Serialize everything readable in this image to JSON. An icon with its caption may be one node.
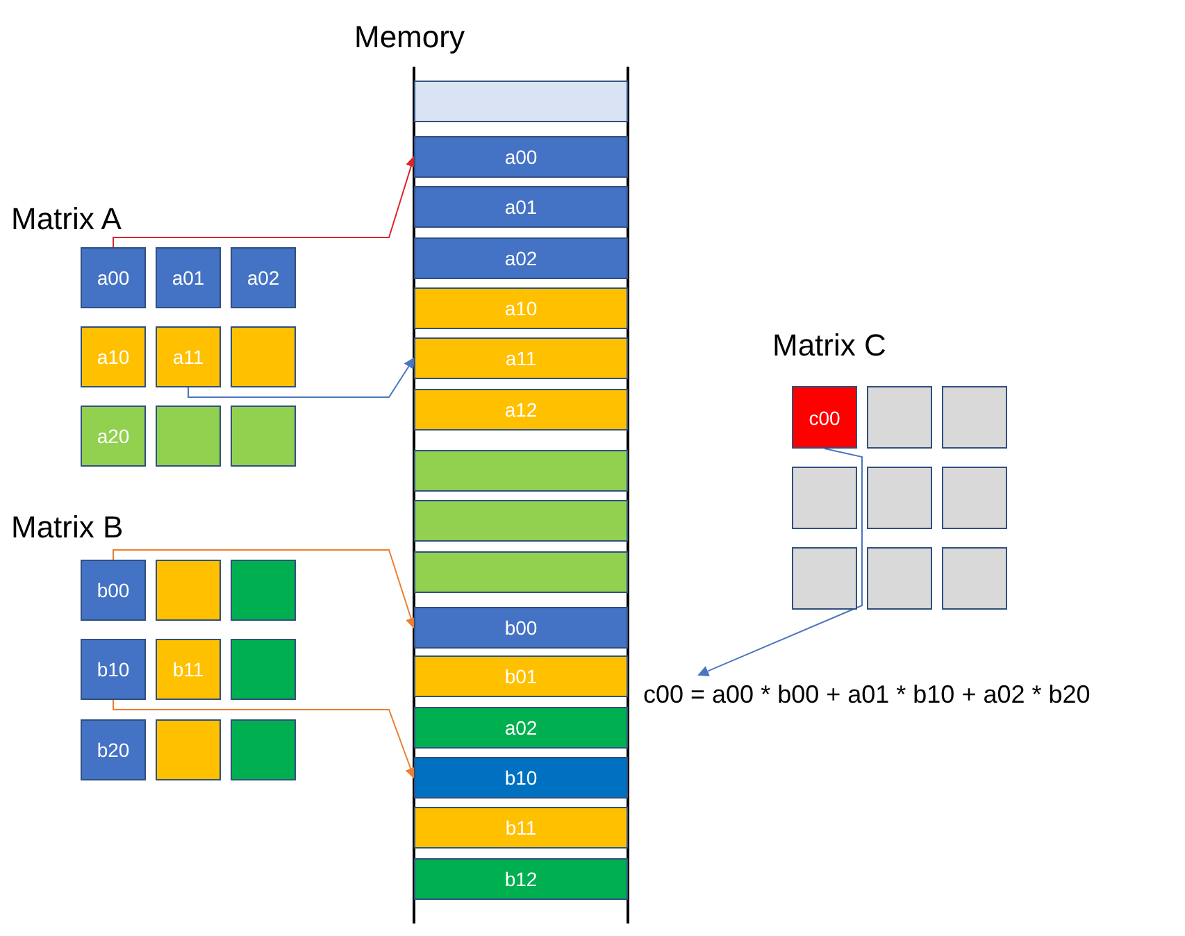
{
  "diagram": {
    "nodes": [
      {
        "text": [
          "a00"
        ]
      },
      {
        "text": [
          "a01"
        ]
      },
      {
        "text": [
          "a02"
        ]
      },
      {
        "text": [
          "a10"
        ]
      },
      {
        "text": [
          "a11"
        ]
      },
      {
        "text": [],
        "shape": "box"
      },
      {
        "text": [
          "a20"
        ]
      },
      {
        "text": [],
        "shape": "box"
      },
      {
        "text": [],
        "shape": "box"
      },
      {
        "text": [
          "b00"
        ]
      },
      {
        "text": [],
        "shape": "box"
      },
      {
        "text": [],
        "shape": "box"
      },
      {
        "text": [
          "b10"
        ]
      },
      {
        "text": [
          "b11"
        ]
      },
      {
        "text": [],
        "shape": "box"
      },
      {
        "text": [
          "b20"
        ]
      },
      {
        "text": [],
        "shape": "box"
      },
      {
        "text": [],
        "shape": "box"
      },
      {
        "text": [],
        "shape": "box"
      },
      {
        "text": [
          "a00"
        ]
      },
      {
        "text": [
          "a01"
        ]
      },
      {
        "text": [
          "a02"
        ]
      },
      {
        "text": [
          "a10"
        ]
      },
      {
        "text": [
          "a11"
        ]
      },
      {
        "text": [
          "a12"
        ]
      },
      {
        "text": [],
        "shape": "box"
      },
      {
        "text": [],
        "shape": "box"
      },
      {
        "text": [],
        "shape": "box"
      },
      {
        "text": [
          "b00"
        ]
      },
      {
        "text": [
          "b01"
        ]
      },
      {
        "text": [
          "a02"
        ]
      },
      {
        "text": [
          "b10"
        ]
      },
      {
        "text": [
          "b11"
        ]
      },
      {
        "text": [
          "b12"
        ]
      },
      {
        "text": [
          "c00"
        ]
      },
      {
        "text": [],
        "shape": "box"
      },
      {
        "text": [],
        "shape": "box"
      },
      {
        "text": [],
        "shape": "box"
      },
      {
        "text": [],
        "shape": "box"
      },
      {
        "text": [],
        "shape": "box"
      },
      {
        "text": [],
        "shape": "box"
      },
      {
        "text": [],
        "shape": "box"
      },
      {
        "text": [],
        "shape": "box"
      },
      {
        "text": [
          "c00 = a00 * b00 + a01 * b10 + a02 * b20"
        ]
      }
    ],
    "edges": [
      {
        "from": 0,
        "to": 19,
        "arrow": "to",
        "color": "#d9262c"
      },
      {
        "from": 4,
        "to": 23,
        "arrow": "to",
        "color": "#4a76bf"
      },
      {
        "from": 9,
        "to": 28,
        "arrow": "to",
        "color": "#ed7d31"
      },
      {
        "from": 12,
        "to": 31,
        "arrow": "to",
        "color": "#ed7d31"
      },
      {
        "from": 34,
        "to": 43,
        "arrow": "to",
        "color": "#4a76bf"
      }
    ],
    "labels": [
      "Memory",
      "Matrix A",
      "Matrix B",
      "Matrix C"
    ]
  }
}
